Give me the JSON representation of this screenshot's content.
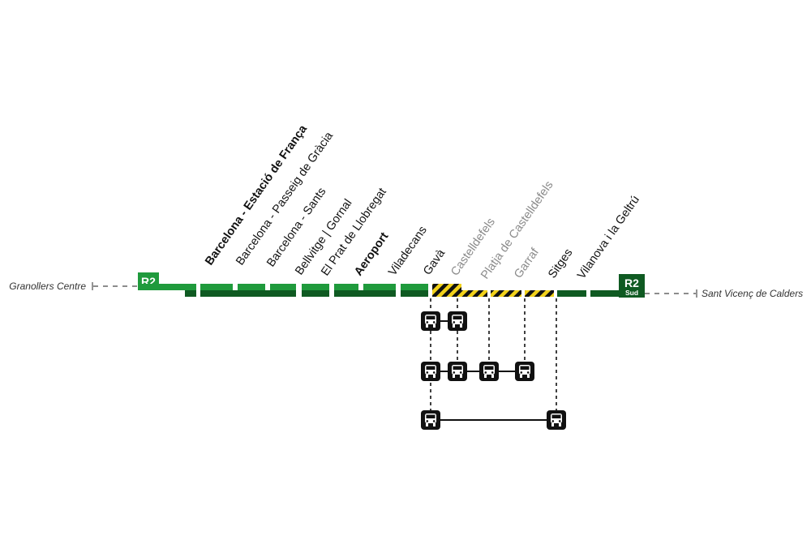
{
  "line": {
    "badge": "R2",
    "badge_sud": "R2",
    "badge_sud_sub": "Sud",
    "color_light": "#1f9a3c",
    "color_dark": "#0f5a22",
    "hatch_yellow": "#f2d21b"
  },
  "termini": {
    "west": "Granollers Centre",
    "east": "Sant Vicenç de Calders"
  },
  "stations": [
    {
      "label": "Barcelona - Estació de França",
      "style": "bold"
    },
    {
      "label": "Barcelona - Passeig de Gràcia",
      "style": "normal"
    },
    {
      "label": "Barcelona - Sants",
      "style": "normal"
    },
    {
      "label": "Bellvitge | Gornal",
      "style": "normal"
    },
    {
      "label": "El Prat de Llobregat",
      "style": "normal"
    },
    {
      "label": "Aeroport",
      "style": "bold"
    },
    {
      "label": "Viladecans",
      "style": "normal"
    },
    {
      "label": "Gavà",
      "style": "normal"
    },
    {
      "label": "Castelldefels",
      "style": "grey"
    },
    {
      "label": "Platja de Castelldefels",
      "style": "grey"
    },
    {
      "label": "Garraf",
      "style": "grey"
    },
    {
      "label": "Sitges",
      "style": "normal"
    },
    {
      "label": "Vilanova i la Geltrú",
      "style": "normal"
    }
  ],
  "bus_icon": "bus-icon",
  "bus_routes": [
    {
      "name": "route-1",
      "stops": [
        "Gavà",
        "Castelldefels"
      ]
    },
    {
      "name": "route-2",
      "stops": [
        "Gavà",
        "Castelldefels",
        "Platja de Castelldefels",
        "Garraf"
      ]
    },
    {
      "name": "route-3",
      "stops": [
        "Gavà",
        "Sitges"
      ]
    }
  ]
}
